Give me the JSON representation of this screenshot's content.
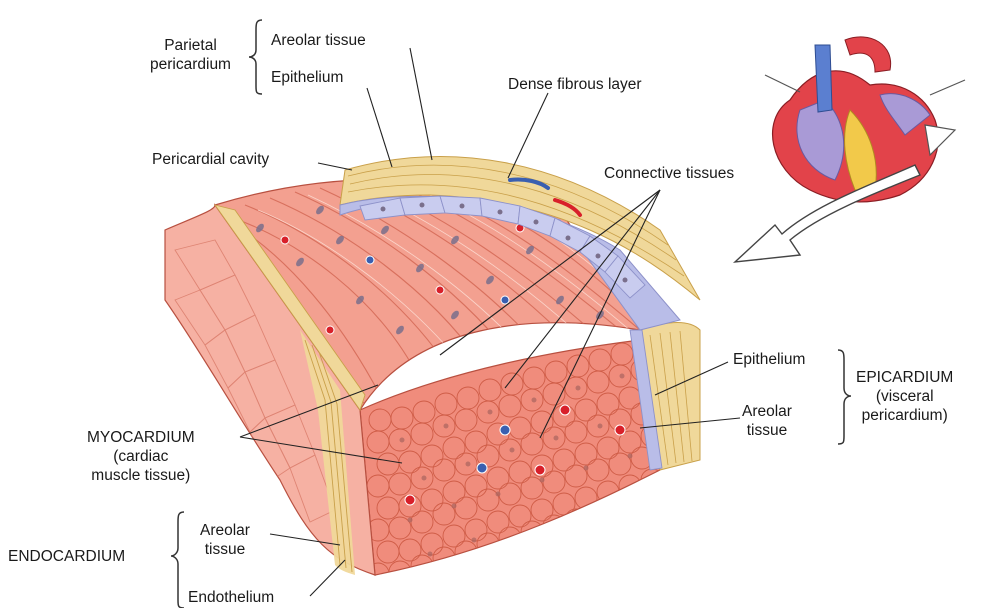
{
  "labels": {
    "parietal_pericardium": [
      "Parietal",
      "pericardium"
    ],
    "areolar_tissue_top": "Areolar tissue",
    "epithelium_top": "Epithelium",
    "dense_fibrous_layer": "Dense fibrous layer",
    "pericardial_cavity": "Pericardial cavity",
    "connective_tissues": "Connective tissues",
    "epithelium_right": "Epithelium",
    "areolar_tissue_right": [
      "Areolar",
      "tissue"
    ],
    "epicardium": [
      "EPICARDIUM",
      "(visceral",
      "pericardium)"
    ],
    "myocardium": [
      "MYOCARDIUM",
      "(cardiac",
      "muscle tissue)"
    ],
    "areolar_tissue_bottom": [
      "Areolar",
      "tissue"
    ],
    "endocardium": "ENDOCARDIUM",
    "endothelium": "Endothelium"
  },
  "colors": {
    "muscle": "#f08c7c",
    "muscle_dark": "#d9604f",
    "muscle_light": "#f7b2a4",
    "connective": "#f0d89a",
    "connective_line": "#c9a04a",
    "epithelium": "#b9bde8",
    "epithelium_dark": "#8d91c9",
    "nucleus": "#7a6f8c",
    "vessel_red": "#d8202a",
    "vessel_blue": "#3a5fb0",
    "heart_red": "#e2434a",
    "heart_purple": "#a99ad6",
    "heart_fat": "#f2c94a",
    "heart_blue": "#5b7fd0"
  }
}
